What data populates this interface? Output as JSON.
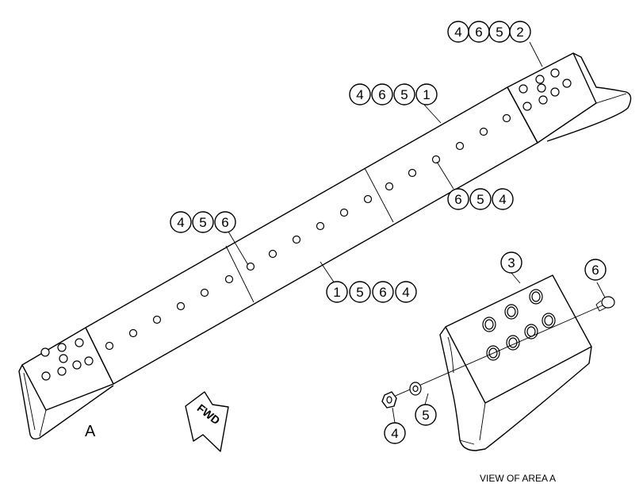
{
  "view_title": "VIEW OF AREA A",
  "area_label": "A",
  "fwd_arrow_label": "FWD",
  "callouts": [
    {
      "id": "top-right",
      "digits": [
        "4",
        "6",
        "5",
        "2"
      ]
    },
    {
      "id": "upper-middle",
      "digits": [
        "4",
        "6",
        "5",
        "1"
      ]
    },
    {
      "id": "right-middle",
      "digits": [
        "6",
        "5",
        "4"
      ]
    },
    {
      "id": "left-middle",
      "digits": [
        "4",
        "5",
        "6"
      ]
    },
    {
      "id": "bottom-middle",
      "digits": [
        "1",
        "5",
        "6",
        "4"
      ]
    },
    {
      "id": "detail-end-bit",
      "digits": [
        "3"
      ]
    },
    {
      "id": "detail-bolt",
      "digits": [
        "6"
      ]
    },
    {
      "id": "detail-washer",
      "digits": [
        "5"
      ]
    },
    {
      "id": "detail-nut",
      "digits": [
        "4"
      ]
    }
  ]
}
